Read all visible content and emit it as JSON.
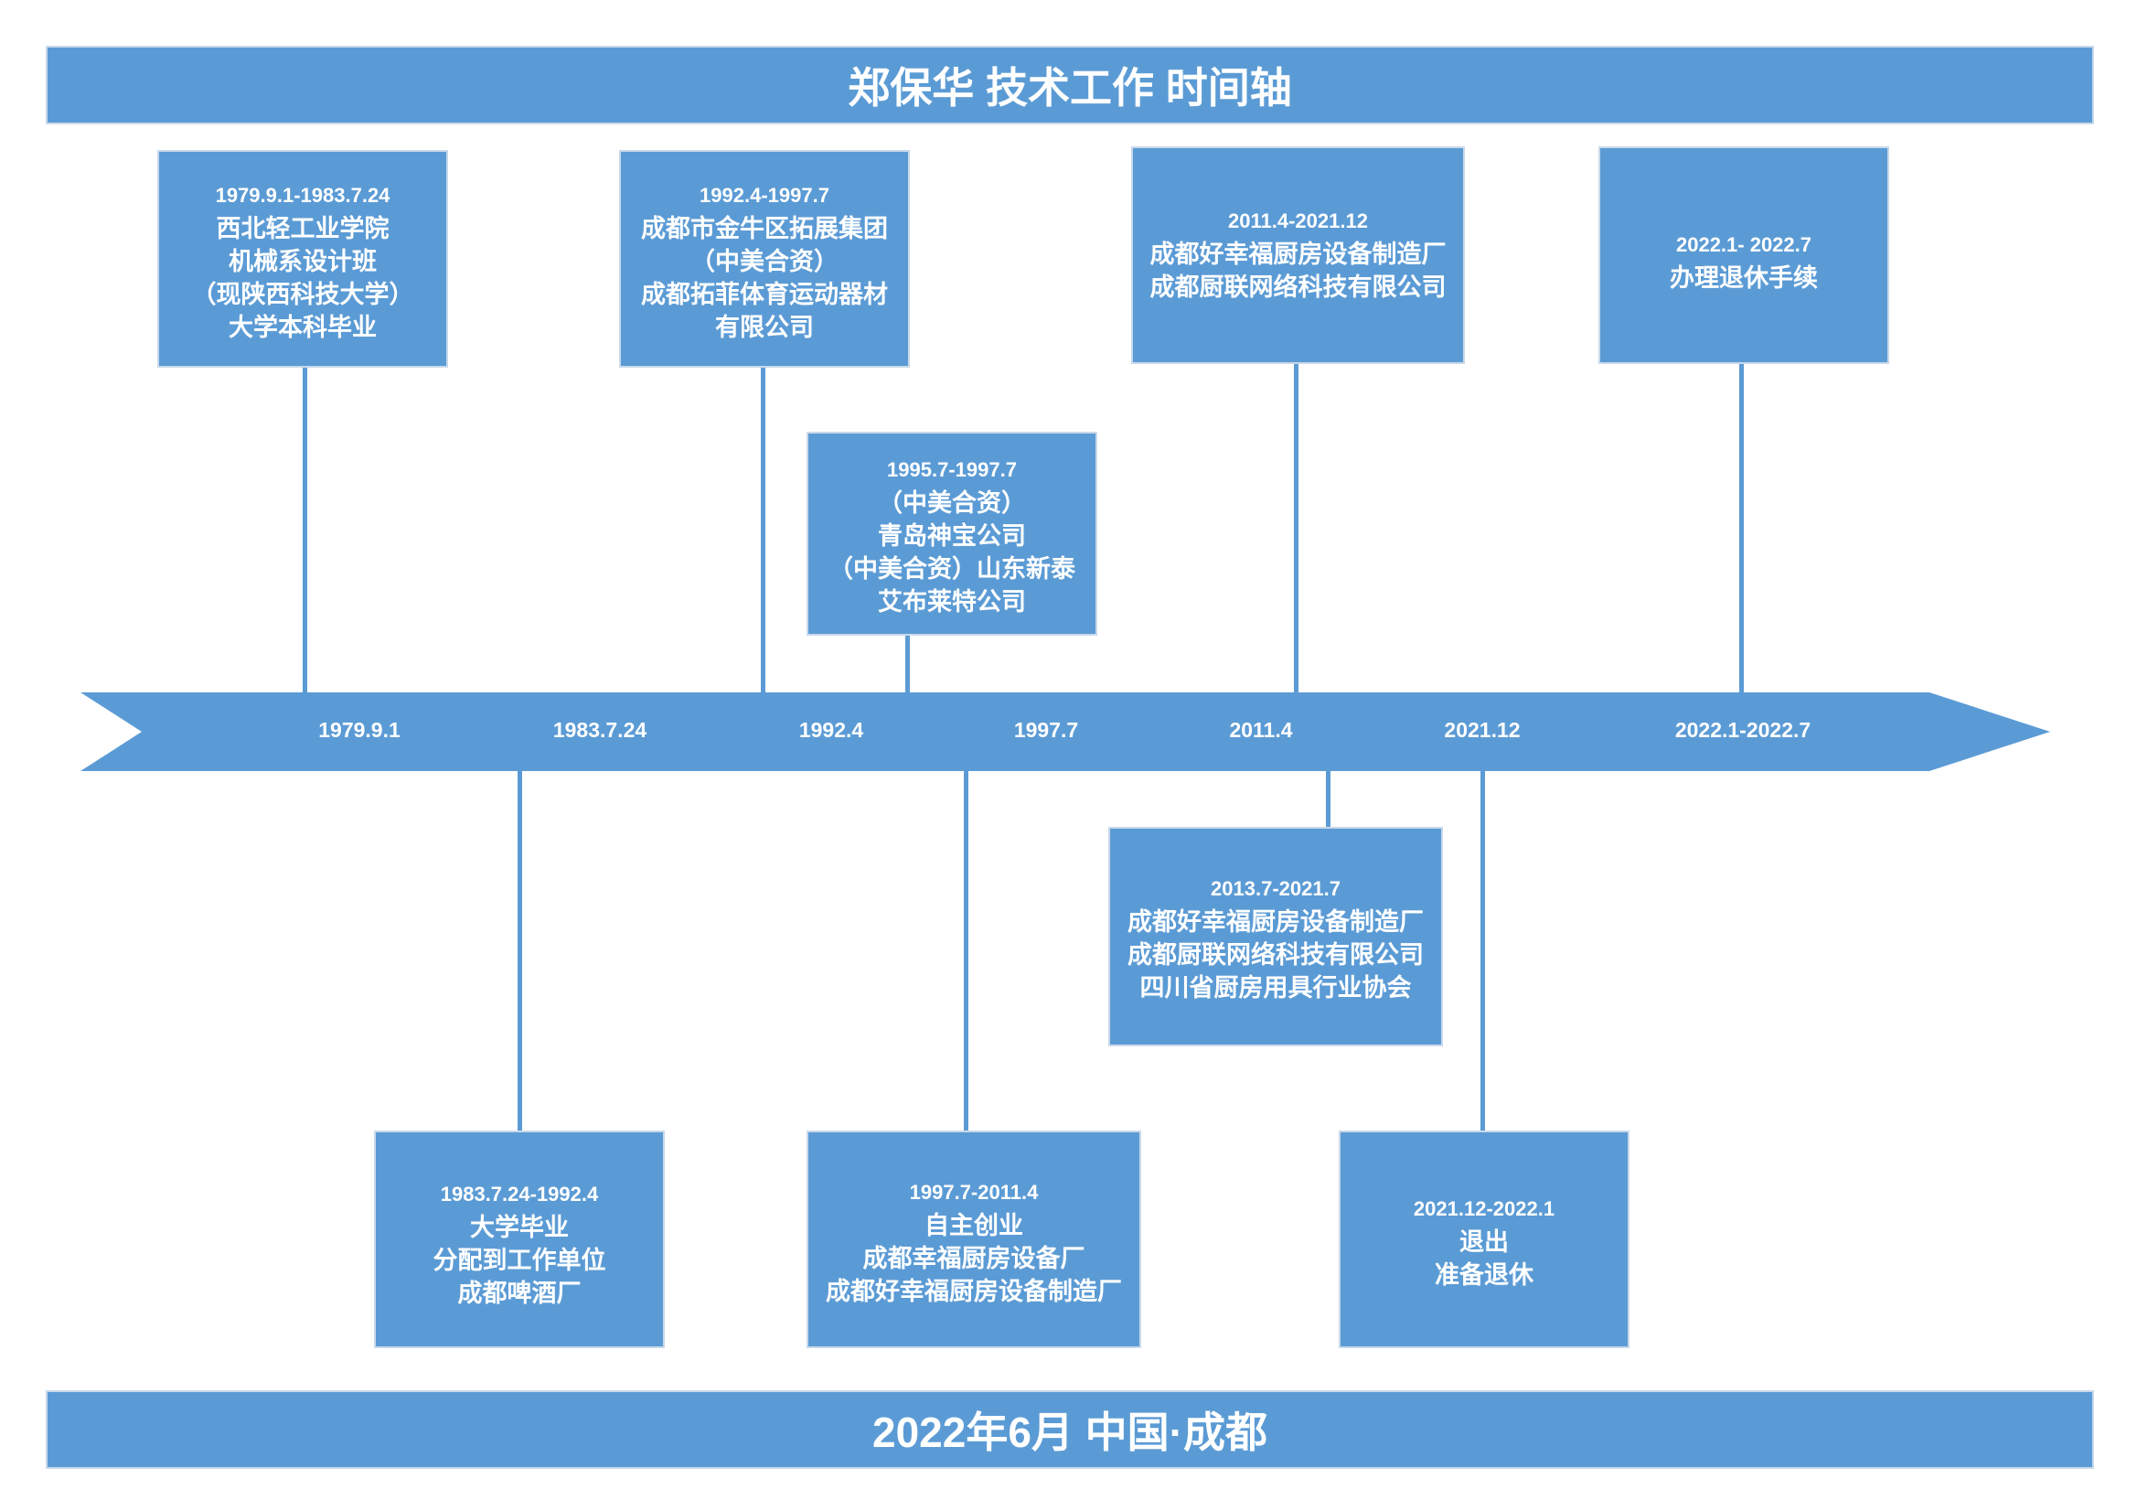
{
  "title": "郑保华 技术工作 时间轴",
  "footer": "2022年6月 中国·成都",
  "colors": {
    "fill": "#5b9bd5",
    "border": "#c9d9ea",
    "text": "#ffffff"
  },
  "axis_ticks": [
    "1979.9.1",
    "1983.7.24",
    "1992.4",
    "1997.7",
    "2011.4",
    "2021.12",
    "2022.1-2022.7"
  ],
  "top_events": [
    {
      "date": "1979.9.1-1983.7.24",
      "lines": [
        "西北轻工业学院",
        "机械系设计班",
        "（现陕西科技大学）",
        "大学本科毕业"
      ]
    },
    {
      "date": "1992.4-1997.7",
      "lines": [
        "成都市金牛区拓展集团",
        "（中美合资）",
        "成都拓菲体育运动器材",
        "有限公司"
      ]
    },
    {
      "date": "1995.7-1997.7",
      "lines": [
        "（中美合资）",
        "青岛神宝公司",
        "（中美合资）山东新泰",
        "艾布莱特公司"
      ]
    },
    {
      "date": "2011.4-2021.12",
      "lines": [
        "成都好幸福厨房设备制造厂",
        "成都厨联网络科技有限公司"
      ]
    },
    {
      "date": "2022.1- 2022.7",
      "lines": [
        "办理退休手续"
      ]
    }
  ],
  "bottom_events": [
    {
      "date": "2013.7-2021.7",
      "lines": [
        "成都好幸福厨房设备制造厂",
        "成都厨联网络科技有限公司",
        "四川省厨房用具行业协会"
      ]
    },
    {
      "date": "1983.7.24-1992.4",
      "lines": [
        "大学毕业",
        "分配到工作单位",
        "成都啤酒厂"
      ]
    },
    {
      "date": "1997.7-2011.4",
      "lines": [
        "自主创业",
        "成都幸福厨房设备厂",
        "成都好幸福厨房设备制造厂"
      ]
    },
    {
      "date": "2021.12-2022.1",
      "lines": [
        "退出",
        "准备退休"
      ]
    }
  ]
}
